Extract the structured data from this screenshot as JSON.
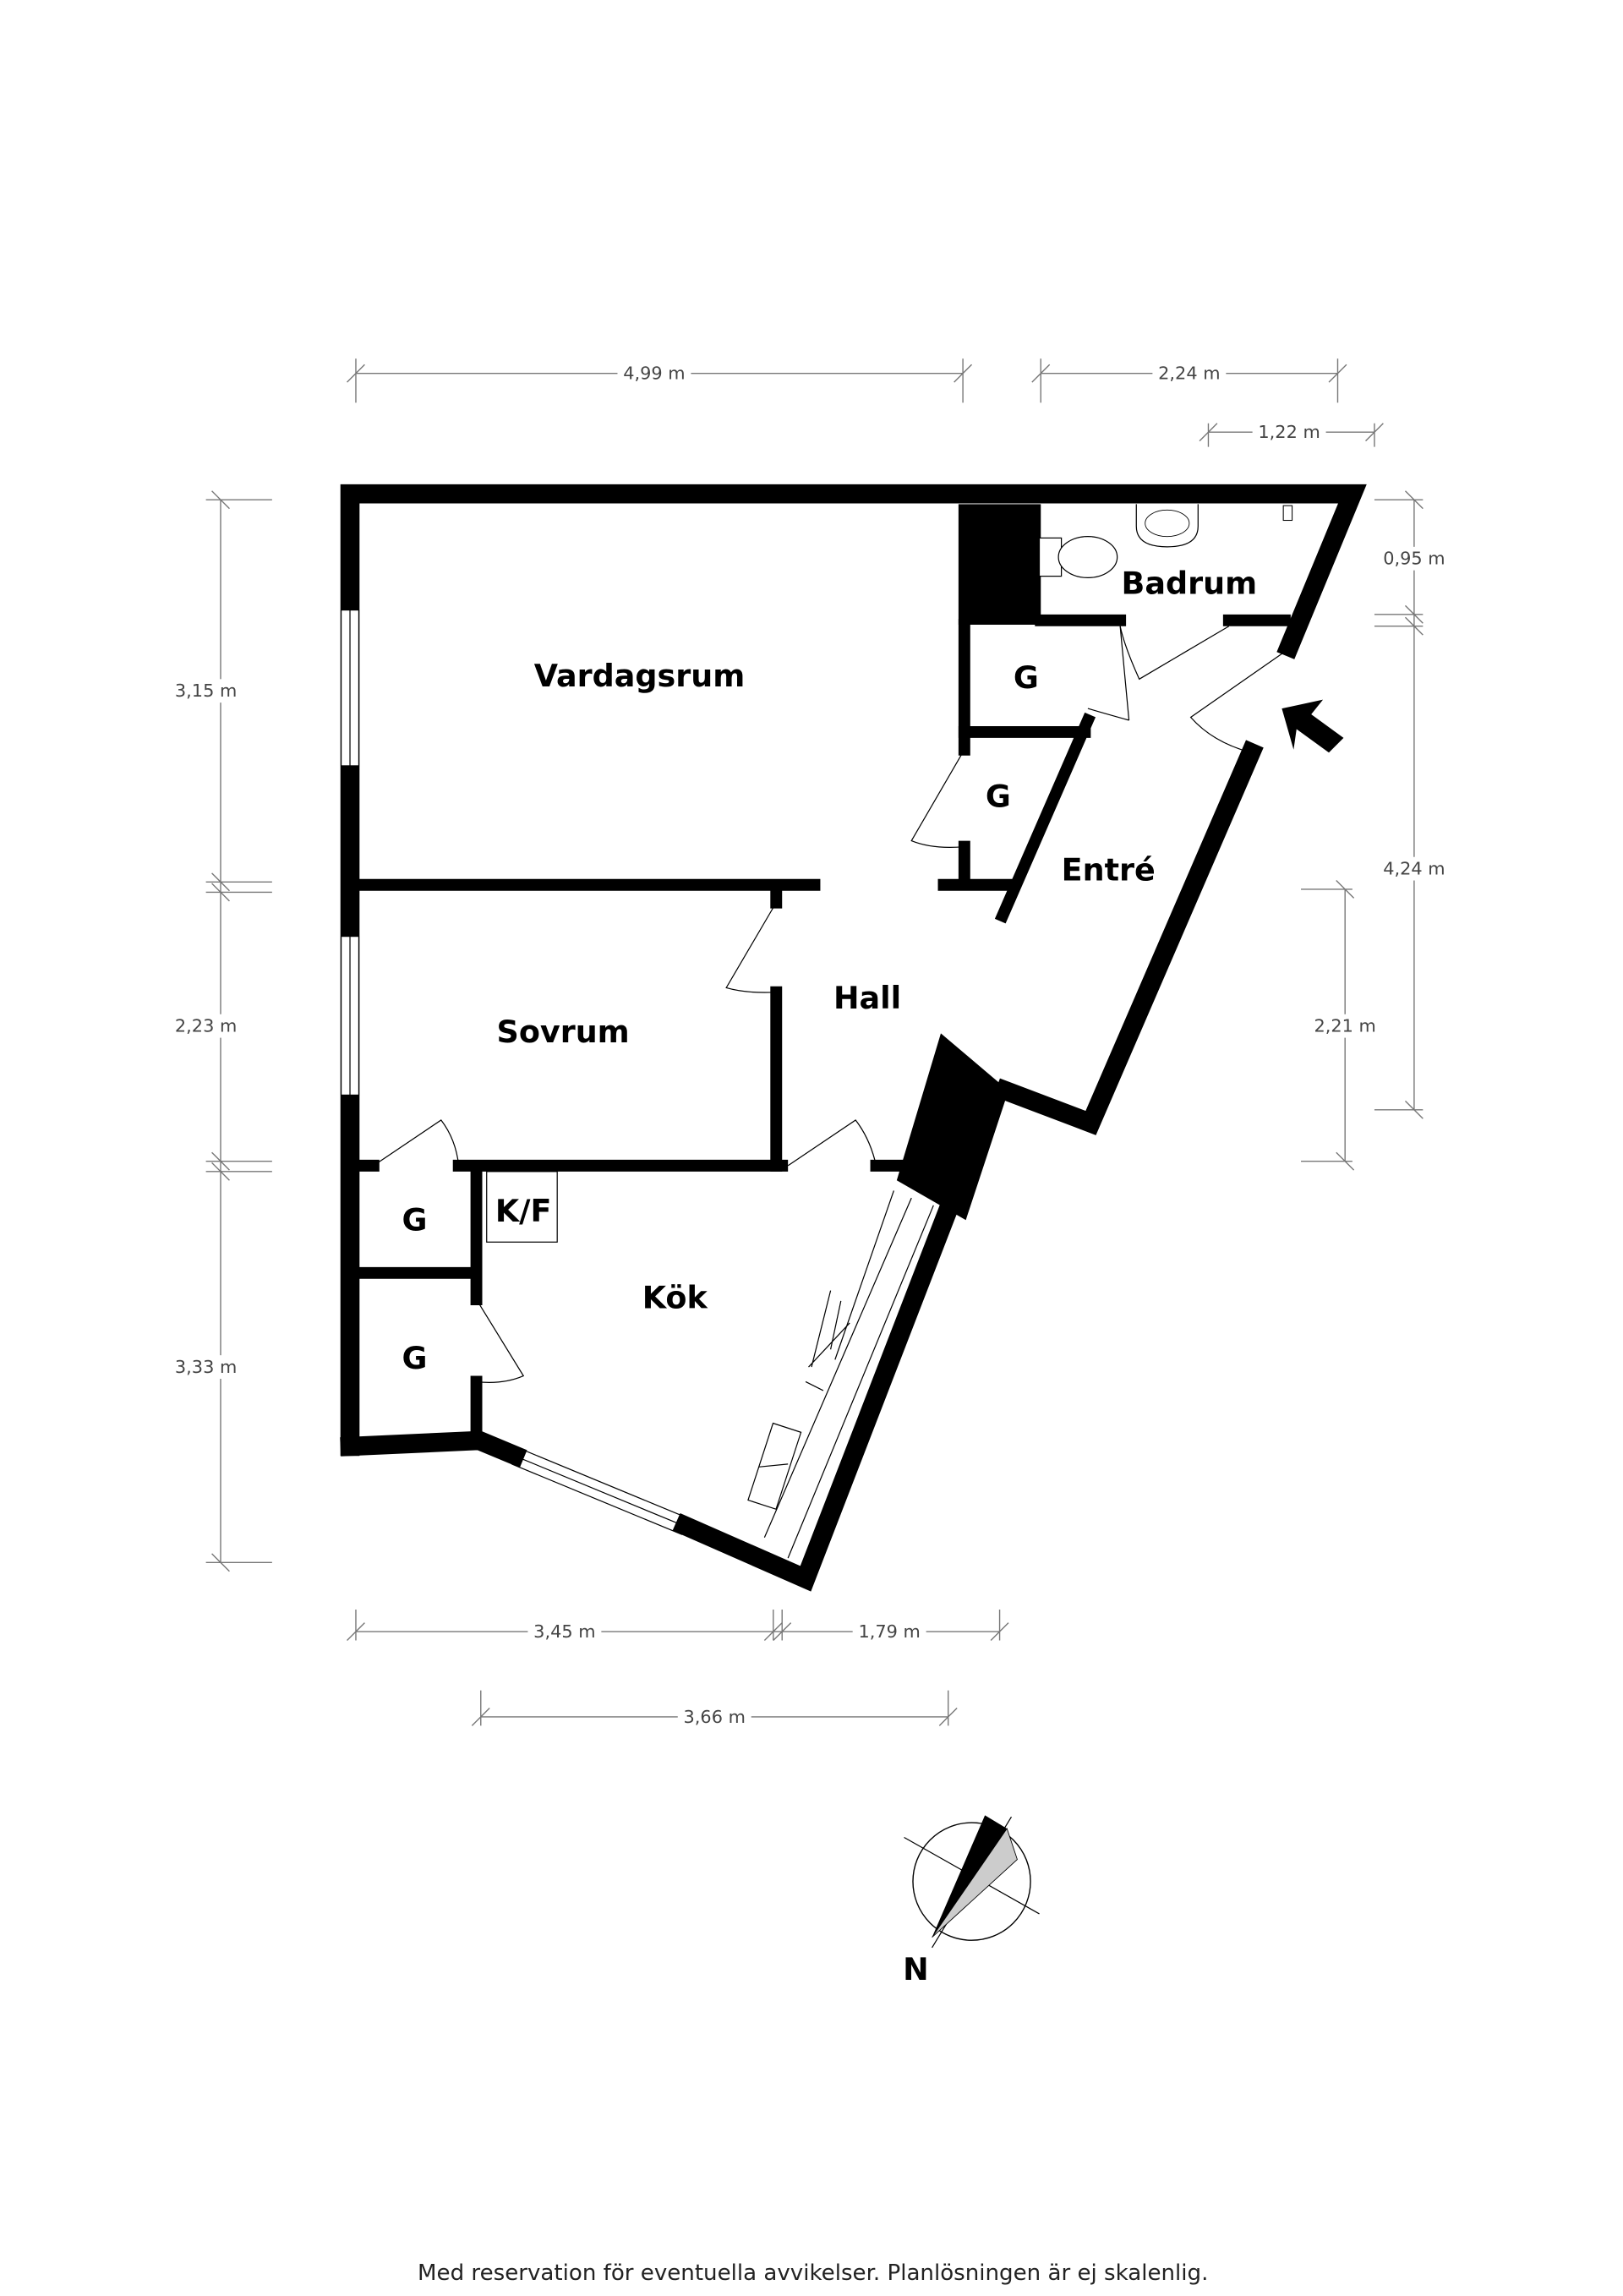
{
  "rooms": {
    "vardagsrum": "Vardagsrum",
    "sovrum": "Sovrum",
    "hall": "Hall",
    "entre": "Entré",
    "badrum": "Badrum",
    "kok": "Kök",
    "kf": "K/F",
    "closet": "G"
  },
  "dimensions": {
    "top_left": "4,99 m",
    "top_right": "2,24 m",
    "top_small": "1,22 m",
    "left_upper": "3,15 m",
    "left_middle": "2,23 m",
    "left_lower": "3,33 m",
    "right_upper": "0,95 m",
    "right_middle": "4,24 m",
    "right_inner": "2,21 m",
    "bottom_left": "3,45 m",
    "bottom_right": "1,79 m",
    "bottom_lower": "3,66 m"
  },
  "compass": {
    "label": "N"
  },
  "icons": [
    "entrance-arrow-icon",
    "compass-icon",
    "toilet-icon",
    "sink-icon",
    "kitchen-sink-icon",
    "stove-icon"
  ],
  "footer": "Med reservation för eventuella avvikelser. Planlösningen är ej skalenlig."
}
